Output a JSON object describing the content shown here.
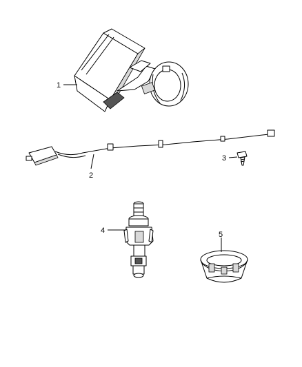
{
  "callouts": {
    "c1": "1",
    "c2": "2",
    "c3": "3",
    "c4": "4",
    "c5": "5"
  },
  "parts": [
    {
      "callout": "1",
      "icon": "control-module-with-antenna-ring-icon"
    },
    {
      "callout": "2",
      "icon": "antenna-wire-harness-icon"
    },
    {
      "callout": "3",
      "icon": "screw-fastener-icon"
    },
    {
      "callout": "4",
      "icon": "ignition-switch-icon"
    },
    {
      "callout": "5",
      "icon": "bezel-ring-icon"
    }
  ]
}
